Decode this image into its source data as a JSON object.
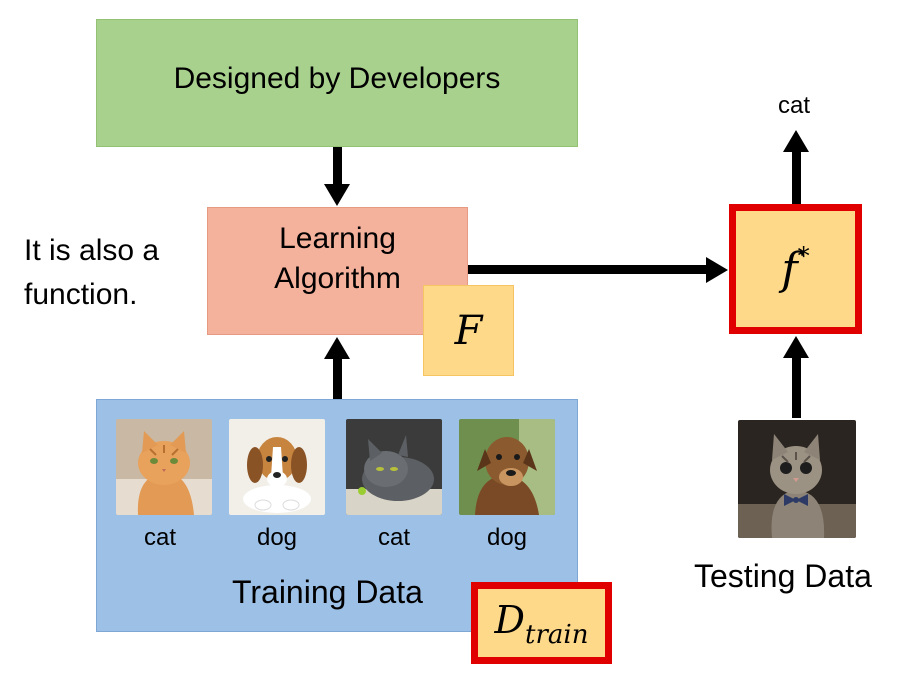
{
  "designer_box": {
    "label": "Designed by Developers"
  },
  "algorithm_box": {
    "line1": "Learning",
    "line2": "Algorithm"
  },
  "side_note": "It is also a function.",
  "function_symbol": "F",
  "learned_function": {
    "base": "f",
    "superscript": "*"
  },
  "output_label": "cat",
  "training": {
    "title": "Training Data",
    "examples": [
      {
        "label": "cat",
        "image": "orange-cat-photo"
      },
      {
        "label": "dog",
        "image": "beagle-puppy-photo"
      },
      {
        "label": "cat",
        "image": "gray-cat-photo"
      },
      {
        "label": "dog",
        "image": "brown-dog-photo"
      }
    ]
  },
  "training_set_symbol": {
    "base": "D",
    "subscript": "train"
  },
  "testing": {
    "title": "Testing Data",
    "image": "kitten-photo"
  },
  "colors": {
    "designer_box": "#a9d18e",
    "algorithm_box": "#f4b19c",
    "function_box": "#ffd98a",
    "training_box": "#9dc0e6",
    "highlight_border": "#e00000"
  }
}
